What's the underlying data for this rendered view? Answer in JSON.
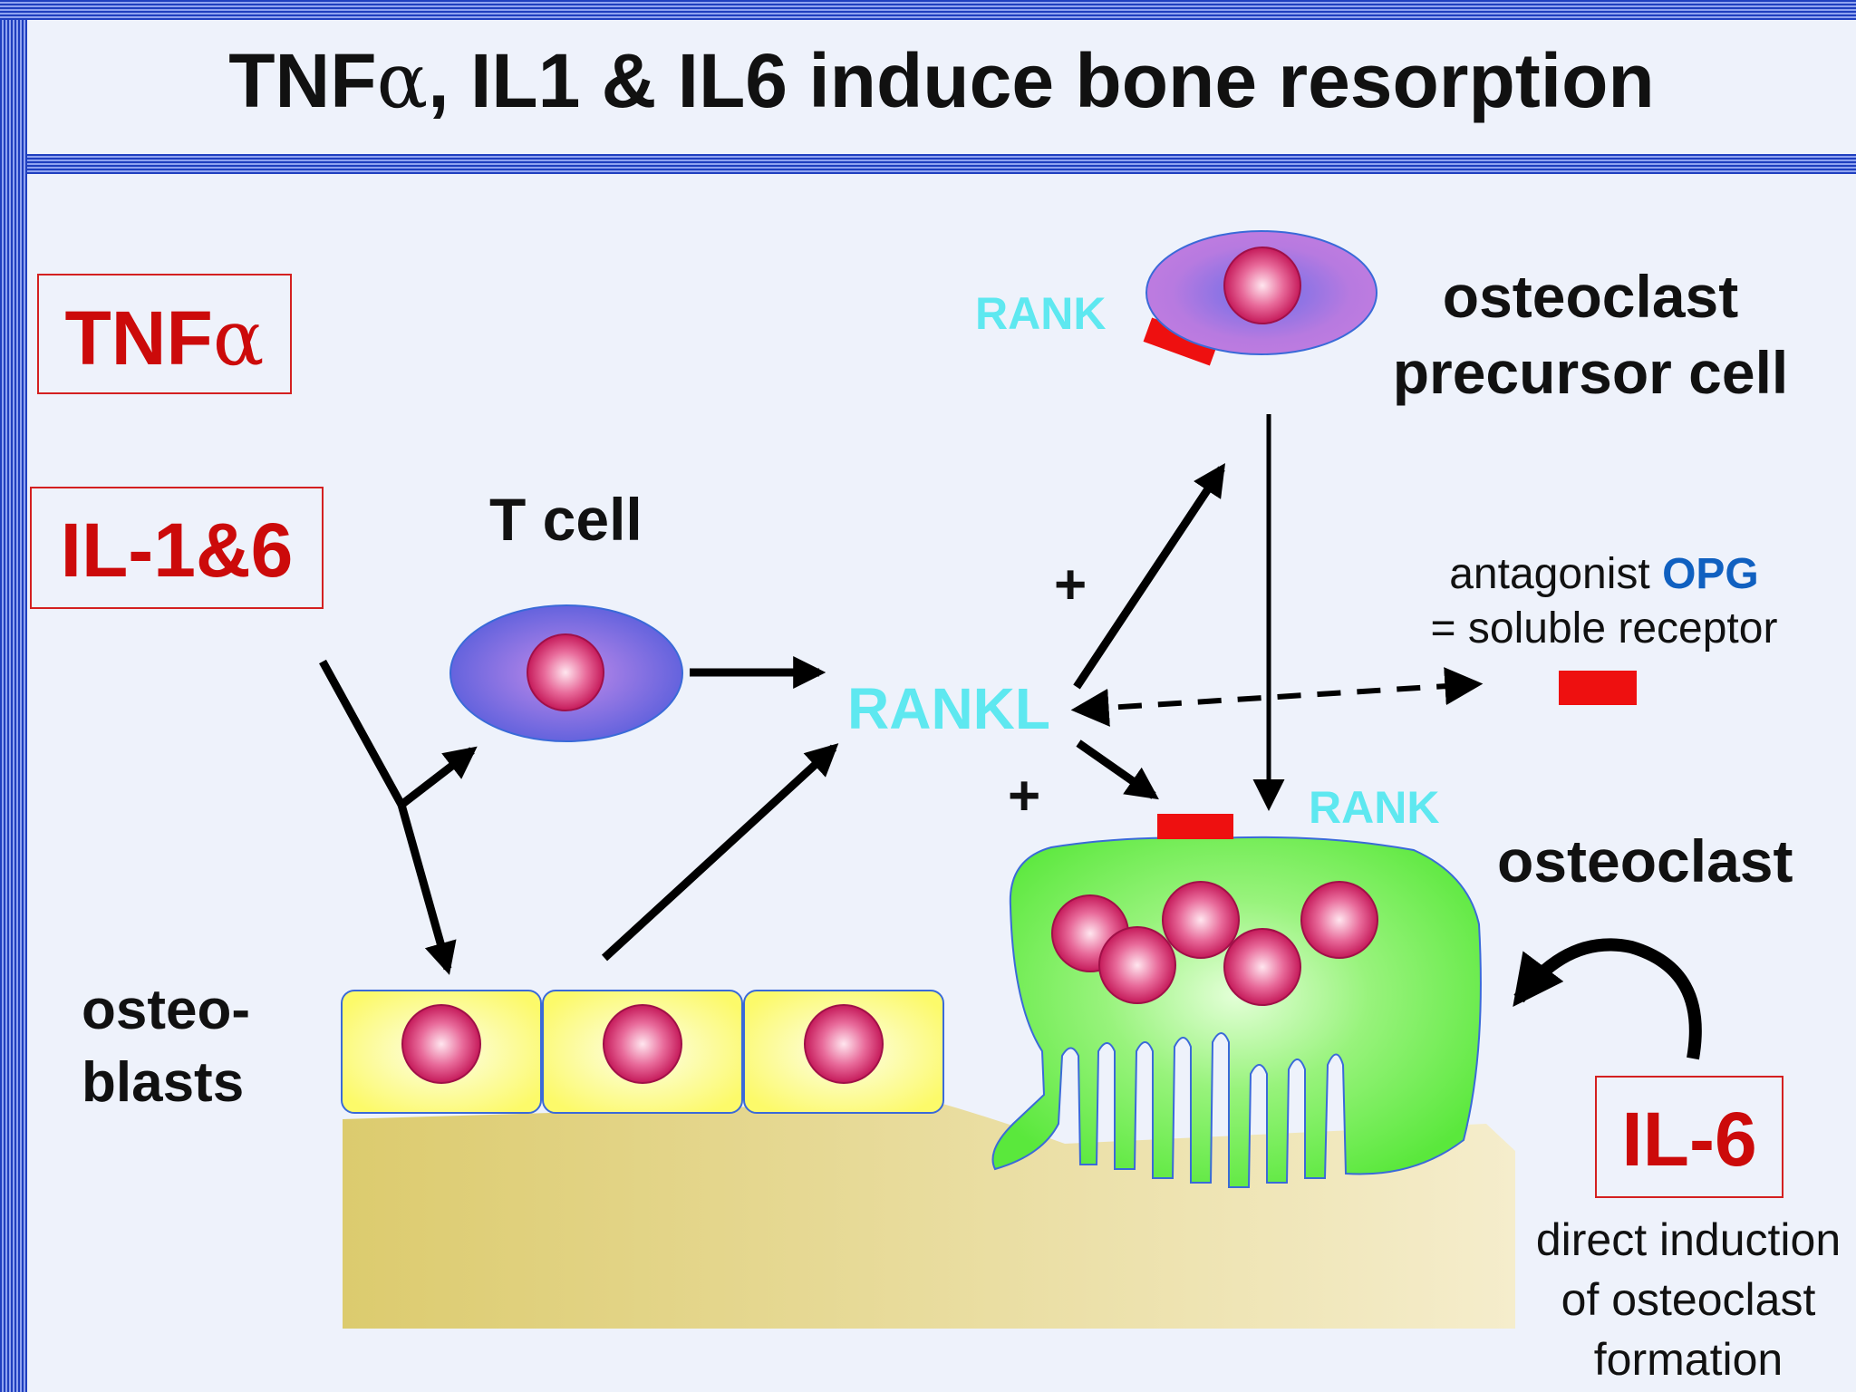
{
  "slide": {
    "title_prefix": "TNF",
    "title_alpha": "α",
    "title_suffix": ", IL1 & IL6 induce bone resorption"
  },
  "stimuli": {
    "tnf_label": "TNF",
    "tnf_alpha": "α",
    "il16_label": "IL-1&6",
    "il6_label": "IL-6",
    "il6_caption_lines": [
      "direct induction",
      "of osteoclast",
      "formation"
    ]
  },
  "cells": {
    "t_cell": "T cell",
    "osteoblasts_lines": [
      "osteo-",
      "blasts"
    ],
    "precursor_lines": [
      "osteoclast",
      "precursor cell"
    ],
    "osteoclast": "osteoclast"
  },
  "signals": {
    "rankl": "RANKL",
    "rank_precursor": "RANK",
    "rank_osteoclast": "RANK",
    "plus_upper": "+",
    "plus_lower": "+",
    "opg_prefix": "antagonist ",
    "opg": "OPG",
    "opg_line2": "= soluble receptor"
  },
  "colors": {
    "title_text": "#111111",
    "stimulus_red": "#cc0a0a",
    "rank_cyan": "#5ee8f0",
    "opg_blue": "#1060c0",
    "receptor_red": "#ee1010",
    "osteoclast_green": "#66ee44",
    "osteoblast_yellow": "#ffff66",
    "bone_tan": "#e3d38a",
    "tcell_purple": "#7c6ee0",
    "nucleus_pink": "#d83c78"
  }
}
